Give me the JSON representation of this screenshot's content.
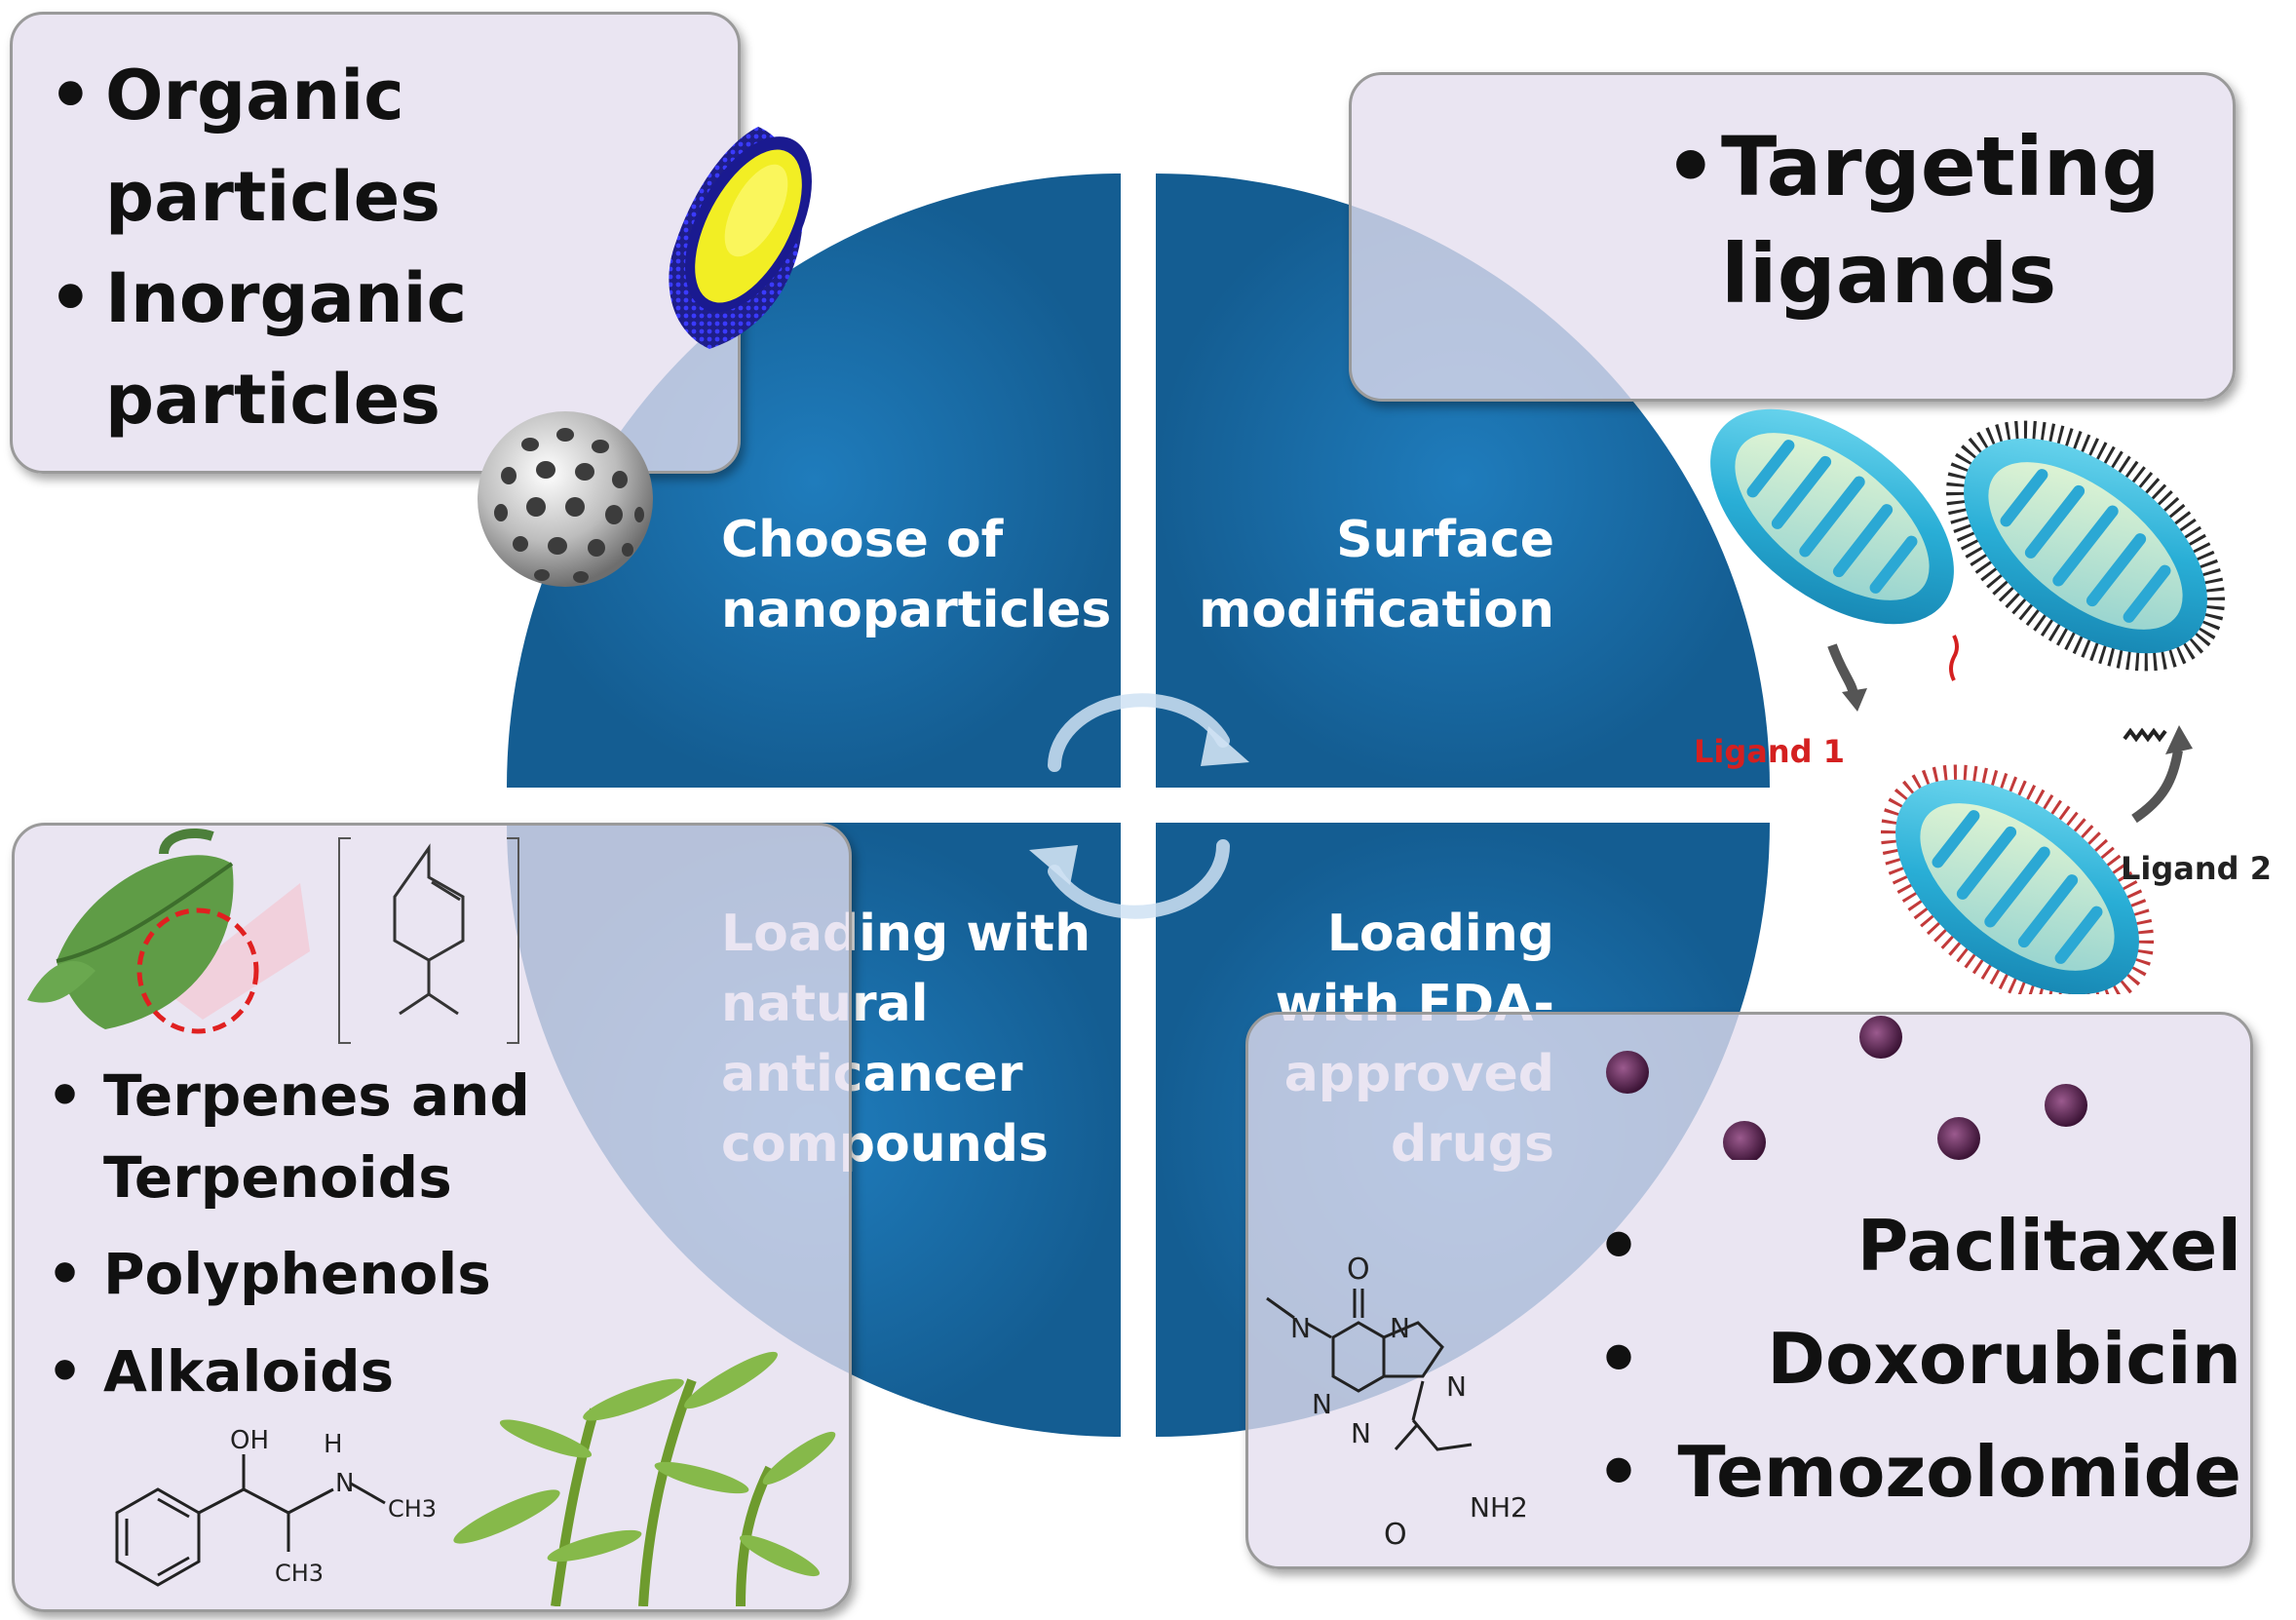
{
  "quadrants": {
    "top_left": "Choose of nanoparticles",
    "top_right": "Surface modification",
    "bottom_left": "Loading with natural anticancer compounds",
    "bottom_right": "Loading with FDA-approved drugs"
  },
  "boxes": {
    "particles": {
      "items": [
        "Organic particles",
        "Inorganic particles"
      ]
    },
    "ligands": {
      "items": [
        "Targeting ligands"
      ]
    },
    "natural": {
      "items": [
        "Terpenes and Terpenoids",
        "Polyphenols",
        "Alkaloids"
      ]
    },
    "drugs": {
      "items": [
        "Paclitaxel",
        "Doxorubicin",
        "Temozolomide"
      ]
    }
  },
  "ligand_labels": {
    "ligand1": "Ligand 1",
    "ligand2": "Ligand 2"
  },
  "chemistry": {
    "ephedrine": {
      "oh": "OH",
      "nh": "N",
      "h": "H",
      "ch3_a": "CH3",
      "ch3_b": "CH3"
    },
    "temozolomide": {
      "o_top": "O",
      "n1": "N",
      "n2": "N",
      "n3": "N",
      "n4": "N",
      "n5": "N",
      "o_bottom": "O",
      "nh2": "NH2"
    }
  },
  "colors": {
    "circle_blue": "#1a6fab",
    "box_fill": "#e4deee",
    "ligand1_red": "#d42020",
    "drug_purple": "#5b2452"
  }
}
